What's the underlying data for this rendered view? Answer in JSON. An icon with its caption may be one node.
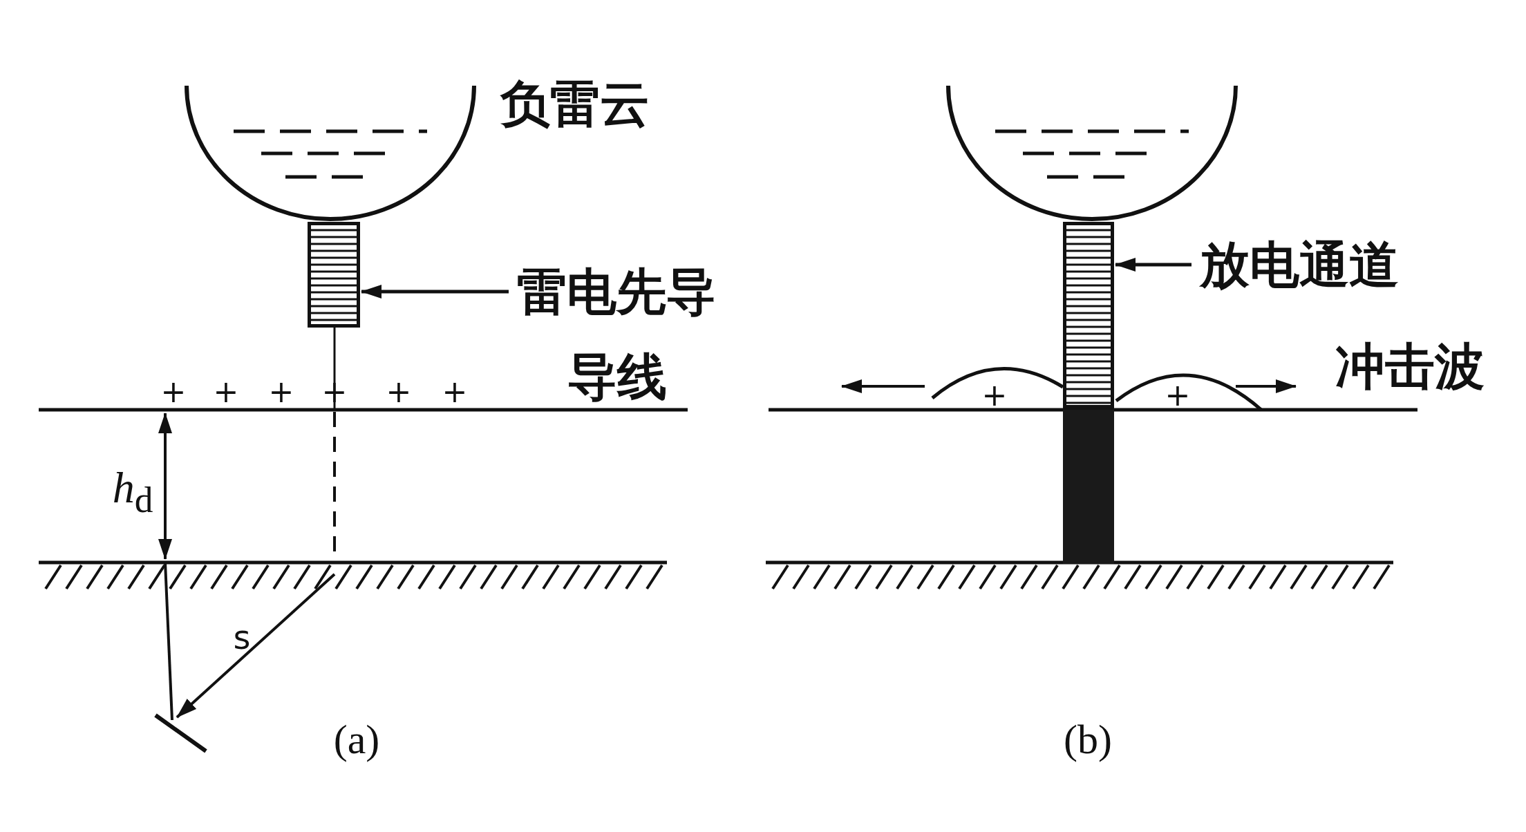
{
  "diagram": {
    "nodes": [
      {
        "text": [
          "雷电先导"
        ]
      },
      {
        "text": [],
        "shape": "bar"
      },
      {
        "text": [
          "放电通道"
        ]
      },
      {
        "text": [],
        "shape": "bar"
      }
    ],
    "edges": [
      {
        "from": 0,
        "to": 1,
        "arrow": "to"
      },
      {
        "from": 2,
        "to": 3,
        "arrow": "to"
      }
    ],
    "labels": [
      "负雷云",
      "导线",
      "+",
      "+",
      "+",
      "+",
      "+",
      "+",
      "*h*$_{d}$",
      "s",
      "(a)",
      "冲击波",
      "+",
      "+",
      "(b)"
    ]
  }
}
